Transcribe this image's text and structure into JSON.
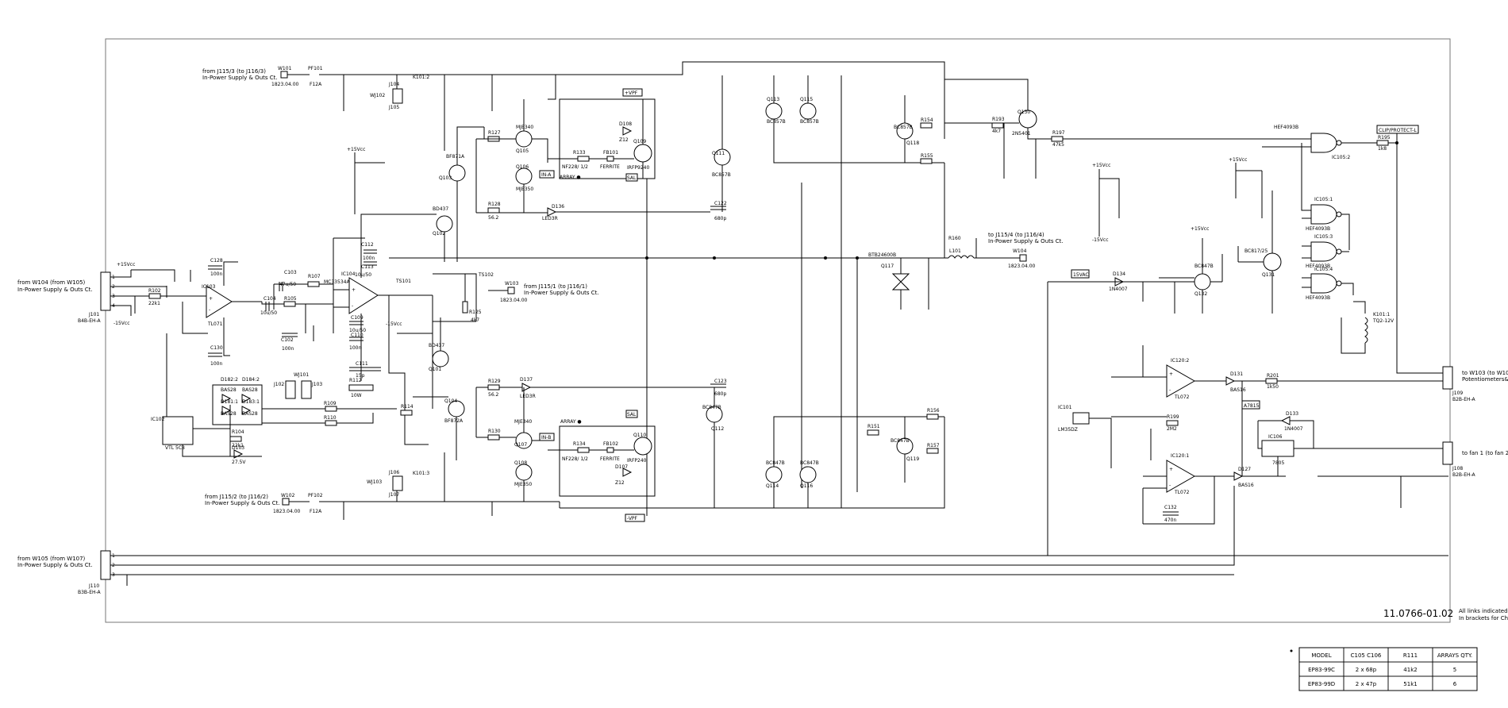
{
  "connectors_left": {
    "j101_source": "from W104 (from W105)",
    "j101_source2": "In-Power Supply & Outs Ct.",
    "j101_ref": "J101",
    "j101_type": "B4B-EH-A",
    "j110_source": "from W105 (from W107)",
    "j110_source2": "In-Power Supply & Outs Ct.",
    "j110_ref": "J110",
    "j110_type": "B3B-EH-A"
  },
  "notes_top": {
    "w101_from": "from J115/3 (to J116/3)",
    "w101_from2": "In-Power Supply & Outs Ct.",
    "w101_ref": "W101",
    "w101_num": "1823.04.00",
    "f101_ref": "PF101",
    "f101_val": "F12A"
  },
  "notes_bottom": {
    "w102_from": "from J115/2 (to J116/2)",
    "w102_from2": "In-Power Supply & Outs Ct.",
    "w102_ref": "W102",
    "w102_num": "1823.04.00",
    "f102_ref": "PF102",
    "f102_val": "F12A"
  },
  "notes_mid": {
    "w103_from": "from J115/1 (to J116/1)",
    "w103_from2": "In-Power Supply & Outs Ct.",
    "w103_ref": "W103",
    "w103_num": "1823.04.00",
    "w104_to": "to J115/4 (to J116/4)",
    "w104_to2": "In-Power Supply & Outs Ct.",
    "w104_ref": "W104",
    "w104_num": "1823.04.00"
  },
  "connectors_right": {
    "j109_to": "to W103 (to W10",
    "j109_to2": "Potentiometers&",
    "j109_ref": "J109",
    "j109_type": "B2B-EH-A",
    "j108_to": "to fan 1 (to fan 2",
    "j108_ref": "J108",
    "j108_type": "B2B-EH-A"
  },
  "net_labels": {
    "vpf": "+VPF",
    "vnf": "-VPF",
    "in_a": "IN-A",
    "in_b": "IN-B",
    "sal_a": "SAL",
    "sal_b": "SAL",
    "array_a": "ARRAY ●",
    "array_b": "ARRAY ●",
    "clip": "CLIP/PROTECT-L",
    "vac": "15VAC",
    "a7815": "A7815",
    "p15": "+15Vcc",
    "n15": "-15Vcc"
  },
  "parts": {
    "ic103": "IC103",
    "ic103_t": "TL071",
    "ic104": "IC104",
    "ic104_t": "MC33534A",
    "ic102": "IC102",
    "ic101": "IC101",
    "ic101_t": "LM35DZ",
    "ic120a": "IC120:2",
    "ic120a_t": "TL072",
    "ic120b": "IC120:1",
    "ic120b_t": "TL072",
    "ic105a": "IC105:2",
    "ic105a_t": "HEF4093B",
    "ic105b": "IC105:1",
    "ic105c": "IC105:3",
    "ic105d": "IC105:4",
    "ic105_t": "HEF4093B",
    "ic106": "IC106",
    "ic106_t": "7805",
    "q103": "Q103",
    "q103_t": "BF871A",
    "q102": "Q102",
    "q102_t": "BD437",
    "q101": "Q101",
    "q101_t": "BD437",
    "q104": "Q104",
    "q104_t": "BF872A",
    "q105": "Q105",
    "q105_t": "MJE340",
    "q106": "Q106",
    "q106_t": "MJE350",
    "q107": "Q107",
    "q107_t": "MJE340",
    "q108": "Q108",
    "q108_t": "MJE350",
    "q109": "Q109",
    "q109_t": "IRFP9240",
    "q110": "Q110",
    "q110_t": "IRFP240",
    "q111": "Q111",
    "q111_t": "BC857B",
    "q112": "Q112",
    "q112_t": "BC847B",
    "q113": "Q113",
    "q113_t": "BC857B",
    "q115": "Q115",
    "q115_t": "BC857B",
    "q114": "Q114",
    "q114_t": "BC847B",
    "q116": "Q116",
    "q116_t": "BC847B",
    "q117": "Q117",
    "q117_t": "BTB24600B",
    "q118": "Q118",
    "q118_t": "BC857B",
    "q119": "Q119",
    "q119_t": "BC847B",
    "q130": "Q130",
    "q130_t": "2N5401",
    "q131": "Q131",
    "q131_t": "BC817/25",
    "q132": "Q132",
    "q132_t": "BC847B",
    "k101": "K101:1",
    "k101_t": "TQ2-12V",
    "k101b": "K101:2",
    "k101c": "K101:3",
    "l101": "L101",
    "r102": "R102",
    "r102_v": "22k1",
    "r104": "R104",
    "r104_v": "22k1",
    "r105": "R105",
    "r107": "R107",
    "r109": "R109",
    "r110": "R110",
    "r112": "R112",
    "r112_v": "10W",
    "r114": "R114",
    "r125": "R125",
    "r125_v": "4k7",
    "r127": "R127",
    "r128": "R128",
    "r128_v": "56.2",
    "r129": "R129",
    "r129_v": "56.2",
    "r130": "R130",
    "r133": "R133",
    "r133_v": "NF228/ 1/2",
    "r134": "R134",
    "r134_v": "NF228/ 1/2",
    "r151": "R151",
    "r154": "R154",
    "r155": "R155",
    "r156": "R156",
    "r157": "R157",
    "r160": "R160",
    "r193": "R193",
    "r193_v": "4k7",
    "r195": "R195",
    "r195_v": "1k8",
    "r197": "R197",
    "r197_v": "47k5",
    "r199": "R199",
    "r199_v": "2M2",
    "r201": "R201",
    "r201_v": "1k50",
    "fb101": "FB101",
    "fb101_t": "FERRITE",
    "fb102": "FB102",
    "fb102_t": "FERRITE",
    "d136": "D136",
    "d136_t": "LED3R",
    "d137": "D137",
    "d137_t": "LED3R",
    "d133": "D133",
    "d133_t": "1N4007",
    "d134": "D134",
    "d134_t": "1N4007",
    "d131": "D131",
    "d131_t": "BAS16",
    "d127": "D127",
    "d127_t": "BAS16",
    "d103": "D103",
    "d103_t": "27.5V",
    "d182": "D182:2",
    "d182_t": "BAS28",
    "d184": "D184:2",
    "d184_t": "BAS28",
    "d181": "D181:1",
    "d181_t": "BAS28",
    "d183": "D183:1",
    "d183_t": "BAS28",
    "d108": "D108",
    "d108_t": "Z12",
    "d107": "D107",
    "d107_t": "Z12",
    "c122": "C122",
    "c122_v": "680p",
    "c123": "C123",
    "c123_v": "680p",
    "c102": "C102",
    "c102_v": "100n",
    "c103": "C103",
    "c103_v": "47u/50",
    "c104": "C104",
    "c104_v": "10u/50",
    "c109": "C109",
    "c109_v": "10u/50",
    "c110": "C110",
    "c110_v": "100n",
    "c111": "C111",
    "c111_v": "15p",
    "c112": "C112",
    "c112_v": "100n",
    "c113": "C113",
    "c113_v": "10u/50",
    "c128": "C128",
    "c128_v": "100n",
    "c130": "C130",
    "c130_v": "100n",
    "c132": "C132",
    "c132_v": "470n",
    "ts101": "TS101",
    "ts102": "TS102",
    "vtl": "VTL 5C8",
    "w101j": "W101",
    "j102": "J102",
    "j103": "J103",
    "j104": "J104",
    "j105": "J105",
    "j106": "J106",
    "j107": "J107",
    "wj101": "WJ101",
    "wj102": "WJ102",
    "wj103": "WJ103"
  },
  "footer": {
    "doc_number": "11.0766-01.02",
    "note_line1": "All links indicated ar",
    "note_line2": "In brackets for Chan"
  },
  "table": {
    "headers": [
      "MODEL",
      "C105 C106",
      "R111",
      "ARRAYS QTY."
    ],
    "rows": [
      [
        "EP83-99C",
        "2 x 68p",
        "41k2",
        "5"
      ],
      [
        "EP83-99D",
        "2 x 47p",
        "51k1",
        "6"
      ]
    ]
  }
}
